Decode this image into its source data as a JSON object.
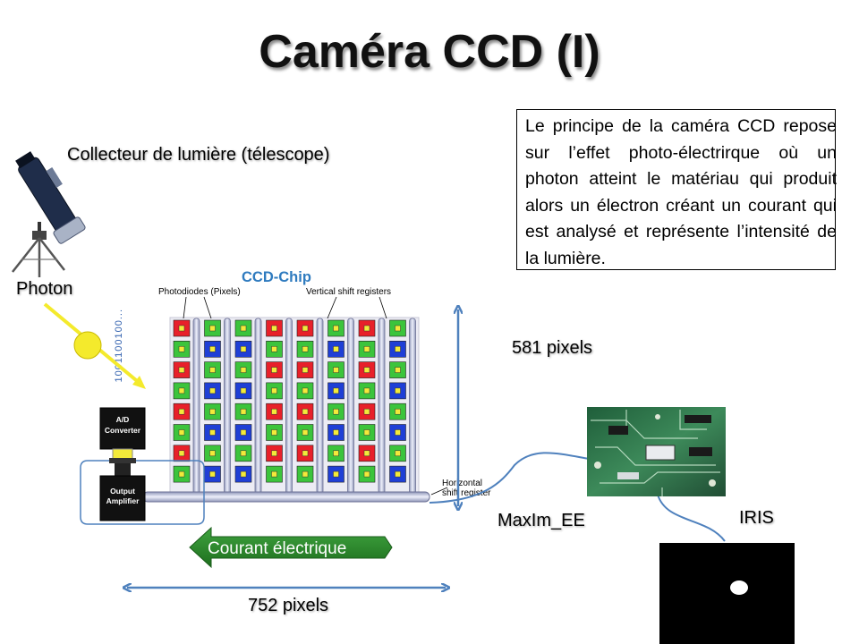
{
  "title": "Caméra CCD (I)",
  "description": "Le principe de la caméra CCD repose sur l’effet photo-électrirque où un photon atteint le matériau qui produit alors un électron créant un courant qui est analysé et représente l’intensité de la lumière.",
  "labels": {
    "collector": "Collecteur de lumière (télescope)",
    "photon": "Photon",
    "ccd_chip": "CCD-Chip",
    "photodiodes": "Photodiodes (Pixels)",
    "vertical_shift": "Vertical shift registers",
    "horizontal_shift_line1": "Horizontal",
    "horizontal_shift_line2": "shift register",
    "ad_converter_line1": "A/D",
    "ad_converter_line2": "Converter",
    "output_amp_line1": "Output",
    "output_amp_line2": "Amplifier",
    "bitstream": "1001100100...",
    "height_pixels": "581 pixels",
    "width_pixels": "752 pixels",
    "current": "Courant électrique",
    "software_maxim": "MaxIm_EE",
    "software_iris": "IRIS"
  },
  "pixel_grid": {
    "columns": 8,
    "rows": 8,
    "color_columns": [
      [
        "red",
        "green",
        "red",
        "green",
        "red",
        "green",
        "red",
        "green"
      ],
      [
        "green",
        "blue",
        "green",
        "blue",
        "green",
        "blue",
        "green",
        "blue"
      ],
      [
        "green",
        "blue",
        "green",
        "blue",
        "green",
        "blue",
        "green",
        "blue"
      ],
      [
        "red",
        "green",
        "red",
        "green",
        "red",
        "green",
        "red",
        "green"
      ],
      [
        "red",
        "green",
        "red",
        "green",
        "red",
        "green",
        "red",
        "green"
      ],
      [
        "green",
        "blue",
        "green",
        "blue",
        "green",
        "blue",
        "green",
        "blue"
      ],
      [
        "red",
        "green",
        "red",
        "green",
        "red",
        "green",
        "red",
        "green"
      ],
      [
        "green",
        "blue",
        "green",
        "blue",
        "green",
        "blue",
        "green",
        "blue"
      ]
    ]
  },
  "colors": {
    "pixel_red": "#e8202a",
    "pixel_green": "#3cc43c",
    "pixel_blue": "#1f3fd6",
    "pixel_core": "#f3ea3a",
    "accent_blue": "#4f81bd",
    "ccd_title_blue": "#2f7bbf",
    "current_arrow": "#2e8b2e",
    "photon_yellow": "#f4ea2c"
  }
}
